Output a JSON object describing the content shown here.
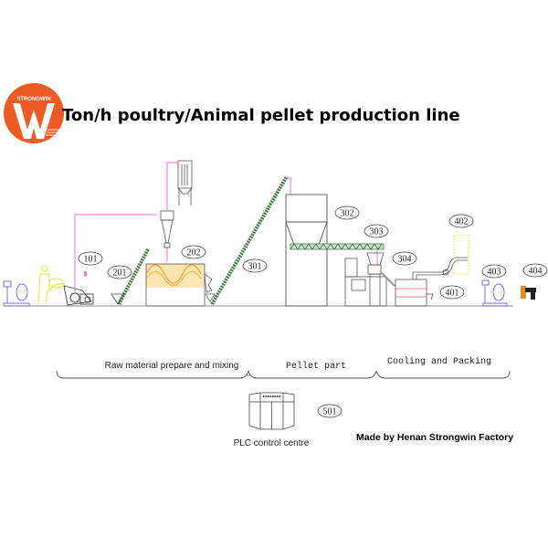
{
  "logo": {
    "text": "STRONGWIN",
    "letter": "W",
    "color": "#ee5a24"
  },
  "title": "Ton/h poultry/Animal pellet production line",
  "equipment_labels": {
    "l101": "101",
    "l201": "201",
    "l202": "202",
    "l301": "301",
    "l302": "302",
    "l303": "303",
    "l304": "304",
    "l401": "401",
    "l402": "402",
    "l403": "403",
    "l404": "404",
    "l501": "501"
  },
  "sections": {
    "raw": "Raw material prepare and mixing",
    "pellet": "Pellet part",
    "cooling": "Cooling and Packing"
  },
  "plc_label": "PLC control centre",
  "footer": "Made by Henan Strongwin Factory",
  "colors": {
    "pipe": "#ff66ff",
    "mixer": "#f5b041",
    "scale": "#6666dd",
    "conveyor": "#4a7a4a",
    "person": "#eeee44"
  }
}
